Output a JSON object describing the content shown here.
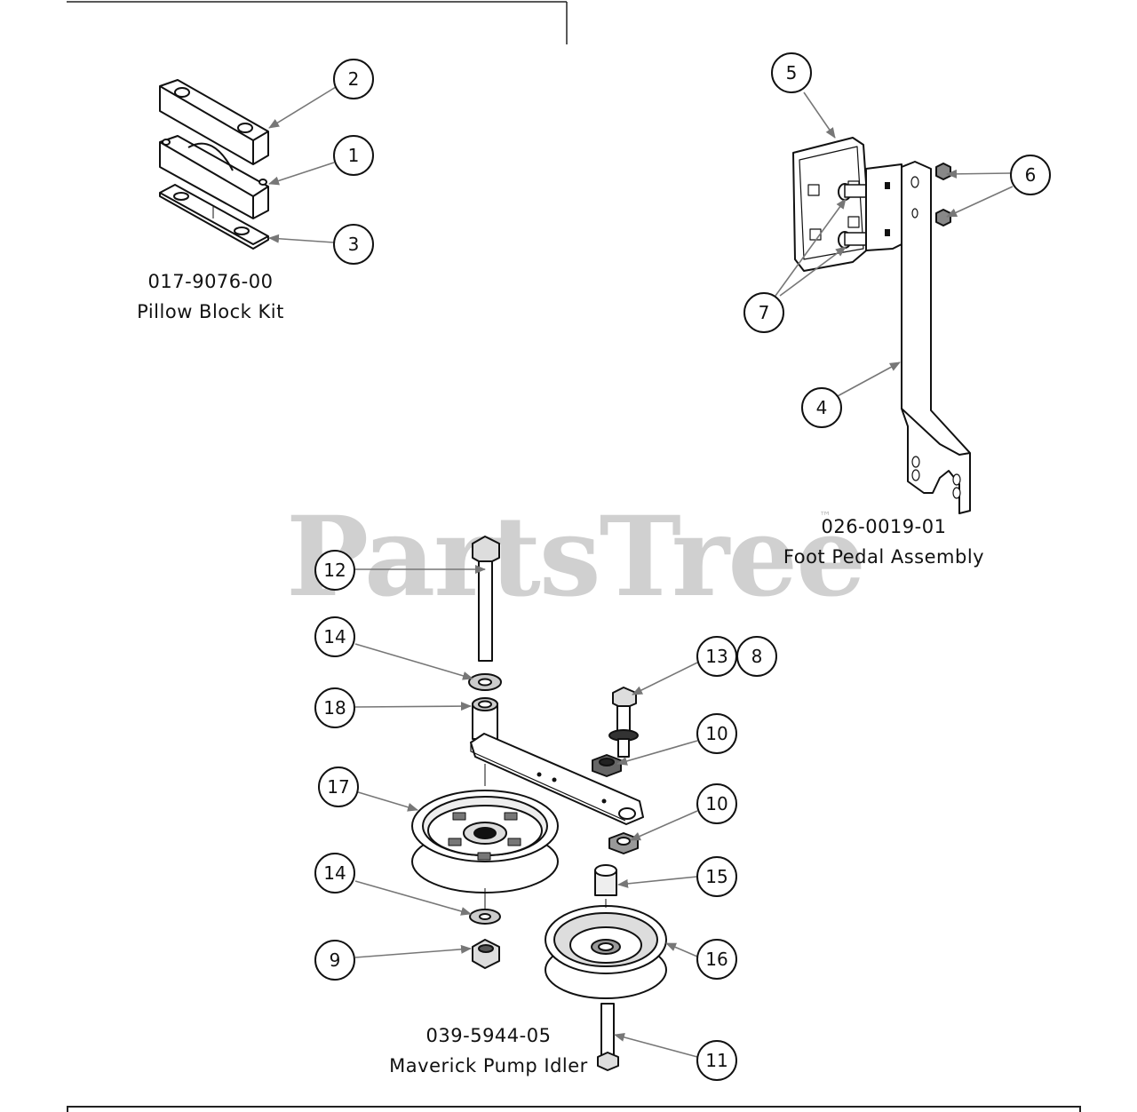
{
  "watermark": {
    "text": "PartsTree",
    "tm": "™"
  },
  "kits": [
    {
      "part_number": "017-9076-00",
      "name": "Pillow Block Kit"
    },
    {
      "part_number": "026-0019-01",
      "name": "Foot Pedal Assembly"
    },
    {
      "part_number": "039-5944-05",
      "name": "Maverick Pump Idler"
    }
  ],
  "callouts": [
    "2",
    "1",
    "3",
    "5",
    "6",
    "7",
    "4",
    "12",
    "14",
    "18",
    "13",
    "8",
    "10",
    "10",
    "17",
    "14",
    "15",
    "9",
    "16",
    "11"
  ]
}
